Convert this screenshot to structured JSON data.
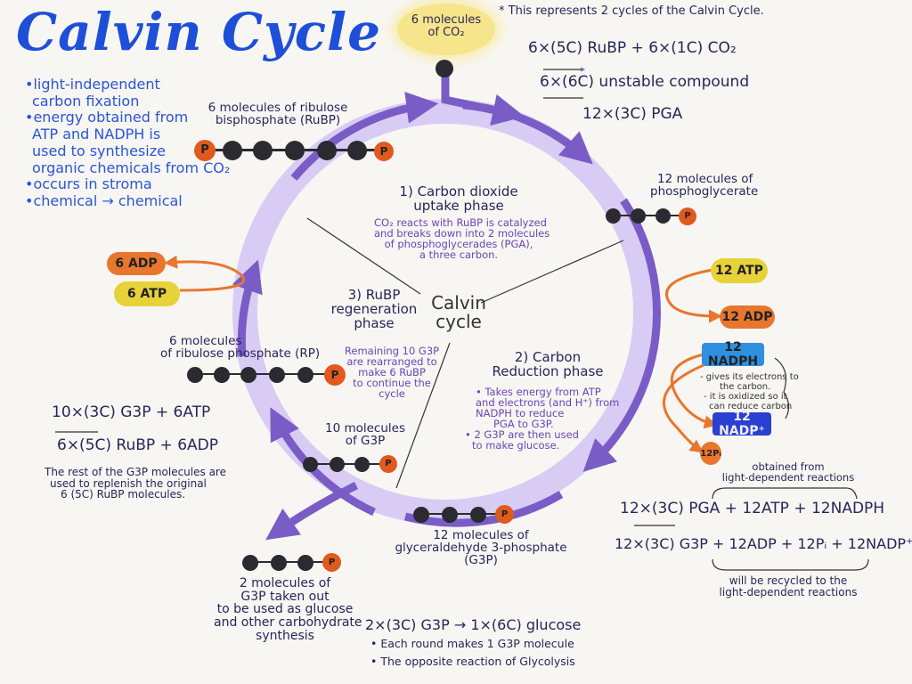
{
  "title": "Calvin Cycle",
  "bullets": [
    "•light-independent",
    "carbon fixation",
    "•energy obtained from",
    "ATP and NADPH is",
    "used to synthesize",
    "organic chemicals from CO₂",
    "•occurs in stroma",
    "•chemical → chemical"
  ],
  "top_note": "* This represents 2 cycles of the Calvin Cycle.",
  "co2_input": [
    "6 molecules",
    "of CO₂"
  ],
  "eq_top": [
    "6×(5C) RuBP + 6×(1C) CO₂",
    "6×(6C) unstable compound",
    "12×(3C) PGA"
  ],
  "rubp_label": [
    "6 molecules of ribulose",
    "bisphosphate (RuBP)"
  ],
  "pga_label": [
    "12 molecules of",
    "phosphoglycerate"
  ],
  "center_label": [
    "Calvin",
    "cycle"
  ],
  "phase1": {
    "title": [
      "1) Carbon dioxide",
      "uptake phase"
    ],
    "desc": [
      "CO₂ reacts with RuBP is catalyzed",
      "and breaks down into 2 molecules",
      "of phosphoglycerades (PGA),",
      "a three carbon."
    ]
  },
  "phase2": {
    "title": [
      "2) Carbon",
      "Reduction phase"
    ],
    "desc": [
      "• Takes energy from ATP",
      "and electrons (and H⁺) from",
      "NADPH to reduce",
      "PGA to G3P.",
      "• 2 G3P are then used",
      "to make glucose."
    ]
  },
  "phase3": {
    "title": [
      "3) RuBP",
      "regeneration",
      "phase"
    ],
    "desc": [
      "Remaining 10 G3P",
      "are rearranged to",
      "make 6 RuBP",
      "to continue the",
      "cycle"
    ]
  },
  "pills": {
    "adp6": "6 ADP",
    "atp6": "6 ATP",
    "atp12": "12 ATP",
    "adp12": "12 ADP",
    "nadph12": "12 NADPH",
    "nadp12": "12 NADP⁺",
    "pi12": "12Pᵢ"
  },
  "nadph_note": [
    "- gives its electrons to",
    "the carbon.",
    "- it is oxidized so it",
    "can reduce carbon"
  ],
  "rp_label": [
    "6 molecules",
    "of ribulose phosphate (RP)"
  ],
  "g3p10_label": [
    "10 molecules",
    "of G3P"
  ],
  "eq_left": [
    "10×(3C) G3P + 6ATP",
    "6×(5C) RuBP + 6ADP"
  ],
  "left_note": [
    "The rest of the G3P molecules are",
    "used to replenish the original",
    "6 (5C) RuBP molecules."
  ],
  "g3p12_label": [
    "12 molecules of",
    "glyceraldehyde 3-phosphate",
    "(G3P)"
  ],
  "g3p_out_label": [
    "2 molecules of",
    "G3P taken out",
    "to be used as glucose",
    "and other carbohydrate",
    "synthesis"
  ],
  "glucose_eq": "2×(3C) G3P → 1×(6C) glucose",
  "glucose_notes": [
    "• Each round makes 1 G3P molecule",
    "• The opposite reaction of Glycolysis"
  ],
  "light_top": [
    "obtained from",
    "light-dependent reactions"
  ],
  "eq_right": [
    "12×(3C) PGA + 12ATP + 12NADPH",
    "12×(3C) G3P + 12ADP + 12Pᵢ + 12NADP⁺"
  ],
  "recycled": [
    "will be recycled to the",
    "light-dependent reactions"
  ],
  "colors": {
    "cycle": "#7a5cc7",
    "cycle_glow": "#cdbdf0",
    "adp": "#e8762e",
    "atp": "#e7d23a",
    "nadph": "#2f8fe0",
    "nadp": "#2b3fd0",
    "phosphate": "#e05a1e",
    "carbon": "#2a2a30",
    "co2": "#f6e58a",
    "title": "#1d4fd8"
  }
}
